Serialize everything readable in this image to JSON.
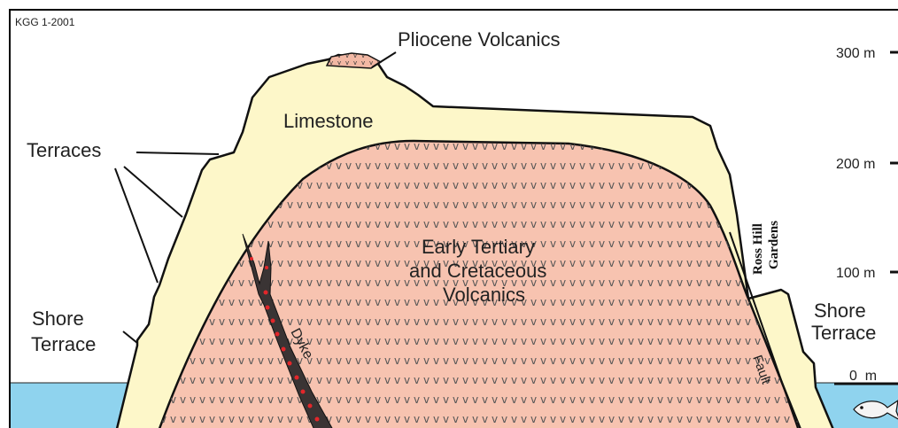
{
  "figure_id": "KGG 1-2001",
  "labels": {
    "pliocene": "Pliocene Volcanics",
    "limestone": "Limestone",
    "terraces": "Terraces",
    "core_line1": "Early Tertiary",
    "core_line2": "and Cretaceous",
    "core_line3": "Volcanics",
    "dyke": "Dyke",
    "fault": "Fault",
    "shore_left_1": "Shore",
    "shore_left_2": "Terrace",
    "shore_right_1": "Shore",
    "shore_right_2": "Terrace",
    "ross_hill": "Ross Hill",
    "gardens": "Gardens"
  },
  "scale": [
    {
      "label": "300 m",
      "value": 300
    },
    {
      "label": "200 m",
      "value": 200
    },
    {
      "label": "100 m",
      "value": 100
    },
    {
      "label": "0  m",
      "value": 0
    }
  ],
  "colors": {
    "sea": "#8fd3ee",
    "limestone": "#fdf7c9",
    "volcanics": "#f7c3b0",
    "dyke": "#3a3434",
    "dyke_spots": "#e3262a",
    "pattern": "#555555"
  },
  "icons": [
    "fish-icon"
  ]
}
